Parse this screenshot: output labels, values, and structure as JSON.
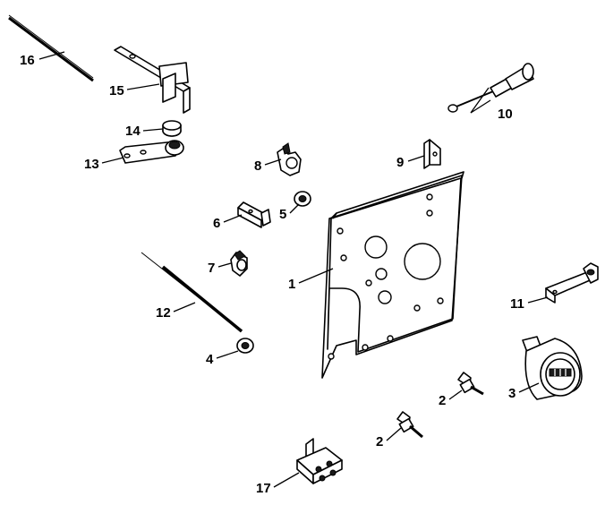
{
  "figure": {
    "callouts": [
      {
        "id": "c1",
        "label": "1"
      },
      {
        "id": "c2a",
        "label": "2"
      },
      {
        "id": "c2b",
        "label": "2"
      },
      {
        "id": "c3",
        "label": "3"
      },
      {
        "id": "c4",
        "label": "4"
      },
      {
        "id": "c5",
        "label": "5"
      },
      {
        "id": "c6",
        "label": "6"
      },
      {
        "id": "c7",
        "label": "7"
      },
      {
        "id": "c8",
        "label": "8"
      },
      {
        "id": "c9",
        "label": "9"
      },
      {
        "id": "c10",
        "label": "10"
      },
      {
        "id": "c11",
        "label": "11"
      },
      {
        "id": "c12",
        "label": "12"
      },
      {
        "id": "c13",
        "label": "13"
      },
      {
        "id": "c14",
        "label": "14"
      },
      {
        "id": "c15",
        "label": "15"
      },
      {
        "id": "c16",
        "label": "16"
      },
      {
        "id": "c17",
        "label": "17"
      }
    ]
  }
}
